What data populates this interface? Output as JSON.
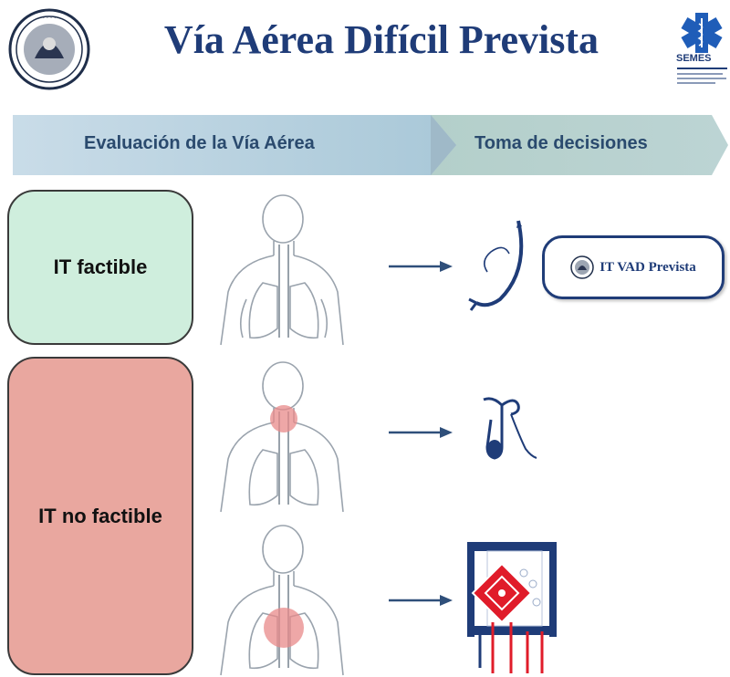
{
  "header": {
    "title": "Vía Aérea Difícil Prevista",
    "left_logo": "university-seal-icon",
    "right_logo": "semes-star-of-life-icon",
    "right_logo_text": "SEMES"
  },
  "stages": [
    {
      "label": "Evaluación de la Vía Aérea"
    },
    {
      "label": "Toma de decisiones"
    }
  ],
  "rows": {
    "factible": {
      "label": "IT factible",
      "device": "bougie-tube-icon",
      "outcome_badge": {
        "icon": "university-seal-icon",
        "label": "IT VAD Prevista"
      }
    },
    "no_factible": {
      "label": "IT no factible",
      "scenarios": [
        {
          "highlight": "larynx",
          "device": "supraglottic-device-icon"
        },
        {
          "highlight": "trachea",
          "device": "cricothyrotomy-icon"
        }
      ]
    }
  },
  "colors": {
    "title": "#1f3c78",
    "stage_bar": "#b8d1de",
    "box_factible": "#cfeedd",
    "box_no_factible": "#e9a79f",
    "arrow": "#2f4f7a",
    "highlight": "#e88a8a",
    "device_red": "#e01c2a"
  }
}
